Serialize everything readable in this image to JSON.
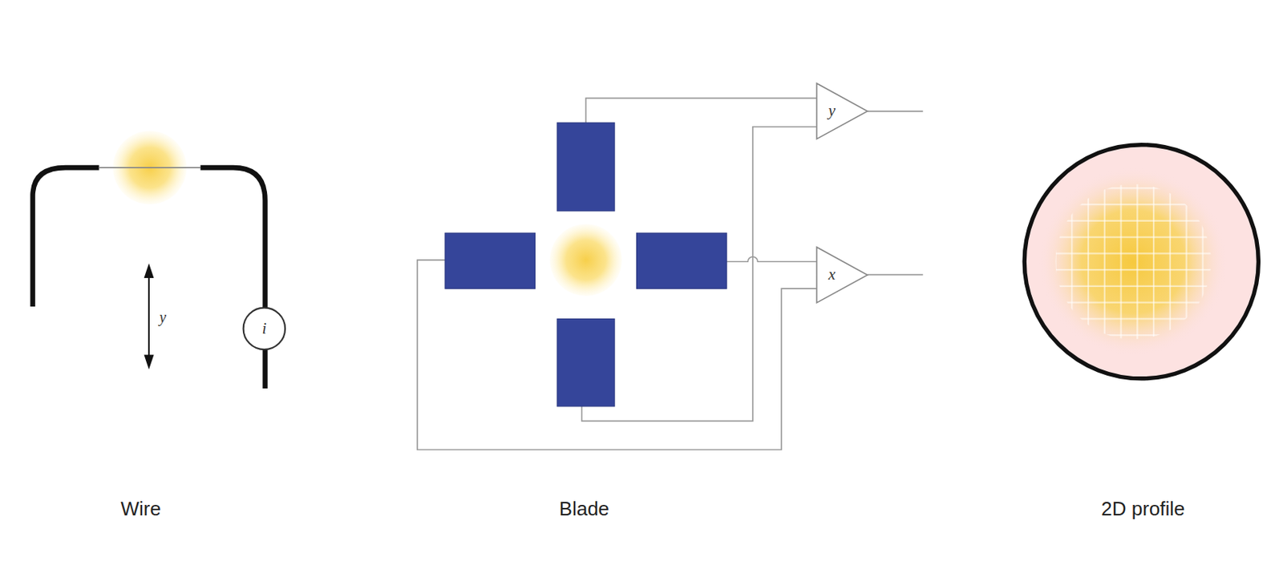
{
  "diagram": {
    "nodes": [
      {
        "text": [
          "i"
        ]
      },
      {
        "text": [
          "y"
        ]
      },
      {
        "text": [
          "x"
        ]
      }
    ],
    "labels": [
      "y",
      "Wire",
      "Blade",
      "2D profile"
    ]
  }
}
